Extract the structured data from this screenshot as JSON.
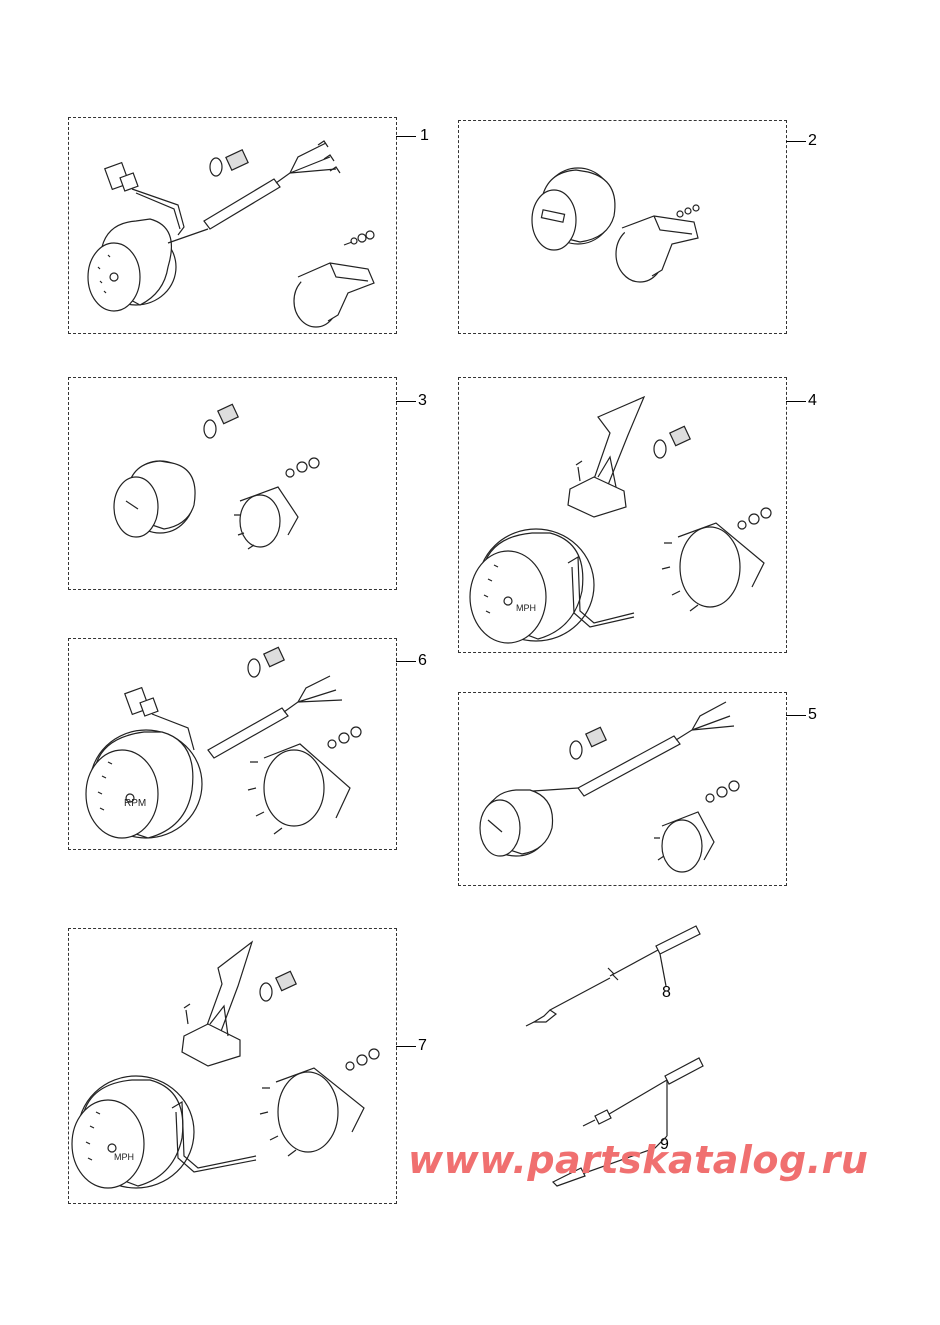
{
  "callouts": {
    "c1": "1",
    "c2": "2",
    "c3": "3",
    "c4": "4",
    "c5": "5",
    "c6": "6",
    "c7": "7",
    "c8": "8",
    "c9": "9"
  },
  "gauge_labels": {
    "mph_4": "MPH",
    "rpm_6": "RPM",
    "mph_7": "MPH"
  },
  "watermark": "www.partskatalog.ru",
  "colors": {
    "line": "#222222",
    "watermark": "#f07070"
  }
}
